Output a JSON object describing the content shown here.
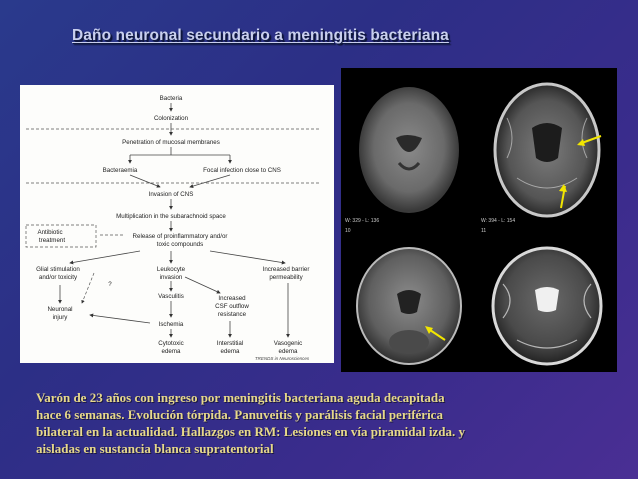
{
  "slide": {
    "title": "Daño neuronal secundario a meningitis bacteriana",
    "caption_lines": [
      "Varón de 23 años con ingreso por meningitis bacteriana aguda decapitada",
      "hace 6 semanas. Evolución tórpida. Panuveitis y parálisis facial periférica",
      "bilateral en la actualidad. Hallazgos en RM: Lesiones en vía piramidal izda. y",
      "aisladas en sustancia blanca supratentorial"
    ]
  },
  "flowchart": {
    "bacteria": "Bacteria",
    "colonization": "Colonization",
    "penetration": "Penetration of mucosal membranes",
    "bacteraemia": "Bacteraemia",
    "focal": "Focal infection close to CNS",
    "invasion": "Invasion of CNS",
    "multiplication": "Multiplication in the subarachnoid space",
    "antibiotic_1": "Antibiotic",
    "antibiotic_2": "treatment",
    "release_1": "Release of proinflammatory and/or",
    "release_2": "toxic compounds",
    "glial_1": "Glial stimulation",
    "glial_2": "and/or toxicity",
    "leukocyte_1": "Leukocyte",
    "leukocyte_2": "invasion",
    "barrier_1": "Increased barrier",
    "barrier_2": "permeability",
    "question": "?",
    "neuronal_1": "Neuronal",
    "neuronal_2": "injury",
    "vasculitis": "Vasculitis",
    "csf_1": "Increased",
    "csf_2": "CSF outflow",
    "csf_3": "resistance",
    "ischemia": "Ischemia",
    "cytotoxic_1": "Cytotoxic",
    "cytotoxic_2": "edema",
    "interstitial_1": "Interstitial",
    "interstitial_2": "edema",
    "vasogenic_1": "Vasogenic",
    "vasogenic_2": "edema",
    "credit": "TRENDS in Neurosciences"
  },
  "mri": {
    "label_top_left_1": "W: 329 - L: 136",
    "label_top_left_2": "10",
    "label_top_right_1": "W: 394 - L: 154",
    "label_top_right_2": "11",
    "arrow_color": "#f2e600"
  }
}
